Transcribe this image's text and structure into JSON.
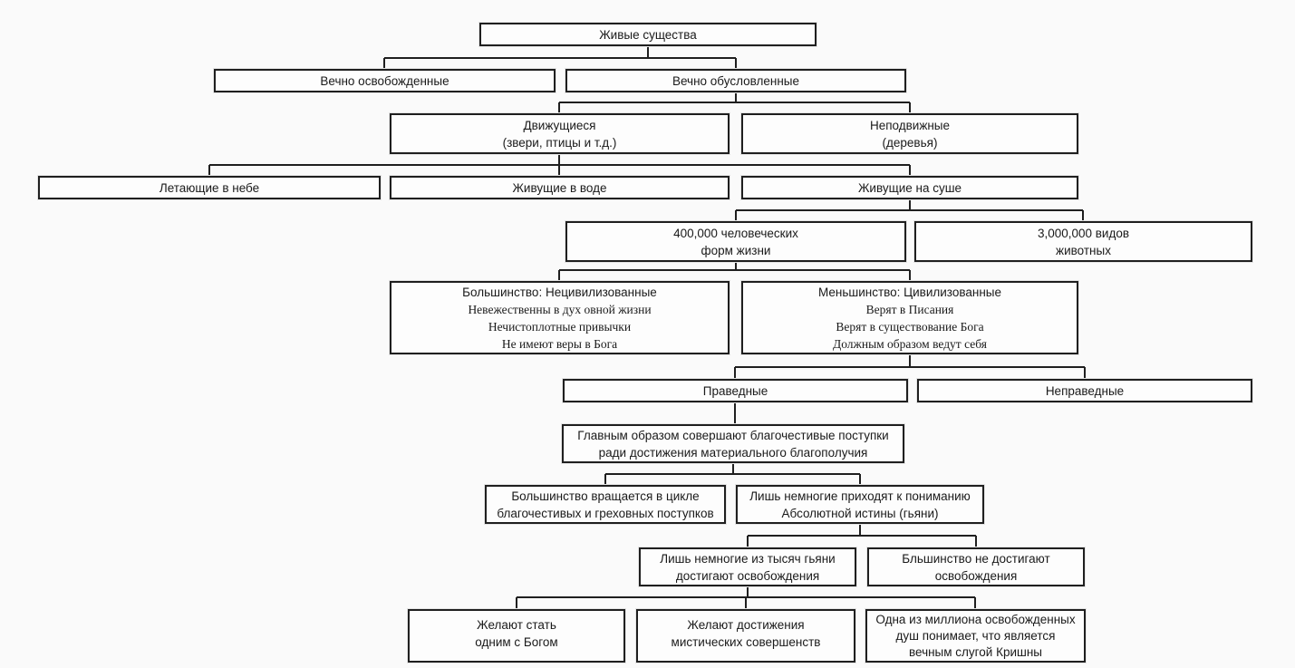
{
  "page": {
    "background": "#fafafa",
    "box_fill": "#fdfdfd",
    "border_color": "#1f1f1f",
    "connector_color": "#1f1f1f"
  },
  "chart": {
    "type": "flowchart-tree",
    "language": "ru",
    "root": "Живые существа",
    "nodes": {
      "living_beings": {
        "lines": [
          "Живые существа"
        ]
      },
      "eternally_liberated": {
        "lines": [
          "Вечно освобожденные"
        ]
      },
      "eternally_conditioned": {
        "lines": [
          "Вечно обусловленные"
        ]
      },
      "moving": {
        "lines": [
          "Движущиеся",
          "(звери, птицы и т.д.)"
        ]
      },
      "nonmoving": {
        "lines": [
          "Неподвижные",
          "(деревья)"
        ]
      },
      "flying": {
        "lines": [
          "Летающие в небе"
        ]
      },
      "water": {
        "lines": [
          "Живущие в воде"
        ]
      },
      "land": {
        "lines": [
          "Живущие на суше"
        ]
      },
      "human_forms": {
        "lines": [
          "400,000 человеческих",
          "форм жизни"
        ]
      },
      "animal_species": {
        "lines": [
          "3,000,000 видов",
          "животных"
        ]
      },
      "uncivilized": {
        "lines": [
          "Большинство: Нецивилизованные",
          "Невежественны в дух овной жизни",
          "Нечистоплотные привычки",
          "Не имеют веры в Бога"
        ]
      },
      "civilized": {
        "lines": [
          "Меньшинство: Цивилизованные",
          "Верят в Писания",
          "Верят в существование Бога",
          "Должным образом ведут себя"
        ]
      },
      "pious": {
        "lines": [
          "Праведные"
        ]
      },
      "impious": {
        "lines": [
          "Неправедные"
        ]
      },
      "pious_activities": {
        "lines": [
          "Главным образом совершают благочестивые поступки",
          "ради достижения материального благополучия"
        ]
      },
      "cycle": {
        "lines": [
          "Большинство вращается в цикле",
          "благочестивых и греховных поступков"
        ]
      },
      "jnani": {
        "lines": [
          "Лишь немногие приходят к пониманию",
          "Абсолютной истины (гьяни)"
        ]
      },
      "few_jnani": {
        "lines": [
          "Лишь немногие из тысяч гьяни",
          "достигают освобождения"
        ]
      },
      "majority_not": {
        "lines": [
          "Бльшинство не достигают",
          "освобождения"
        ]
      },
      "one_with_god": {
        "lines": [
          "Желают стать",
          "одним с Богом"
        ]
      },
      "mystic": {
        "lines": [
          "Желают достижения",
          "мистических совершенств"
        ]
      },
      "servant_krishna": {
        "lines": [
          "Одна из миллиона освобожденных",
          "душ понимает, что является",
          "вечным слугой Кришны"
        ]
      }
    },
    "edges": [
      {
        "from": "living_beings",
        "to": [
          "eternally_liberated",
          "eternally_conditioned"
        ]
      },
      {
        "from": "eternally_conditioned",
        "to": [
          "moving",
          "nonmoving"
        ]
      },
      {
        "from": "moving",
        "to": [
          "flying",
          "water",
          "land"
        ]
      },
      {
        "from": "land",
        "to": [
          "human_forms",
          "animal_species"
        ]
      },
      {
        "from": "human_forms",
        "to": [
          "uncivilized",
          "civilized"
        ]
      },
      {
        "from": "civilized",
        "to": [
          "pious",
          "impious"
        ]
      },
      {
        "from": "pious",
        "to": [
          "pious_activities"
        ]
      },
      {
        "from": "pious_activities",
        "to": [
          "cycle",
          "jnani"
        ]
      },
      {
        "from": "jnani",
        "to": [
          "few_jnani",
          "majority_not"
        ]
      },
      {
        "from": "few_jnani",
        "to": [
          "one_with_god",
          "mystic",
          "servant_krishna"
        ]
      }
    ]
  }
}
